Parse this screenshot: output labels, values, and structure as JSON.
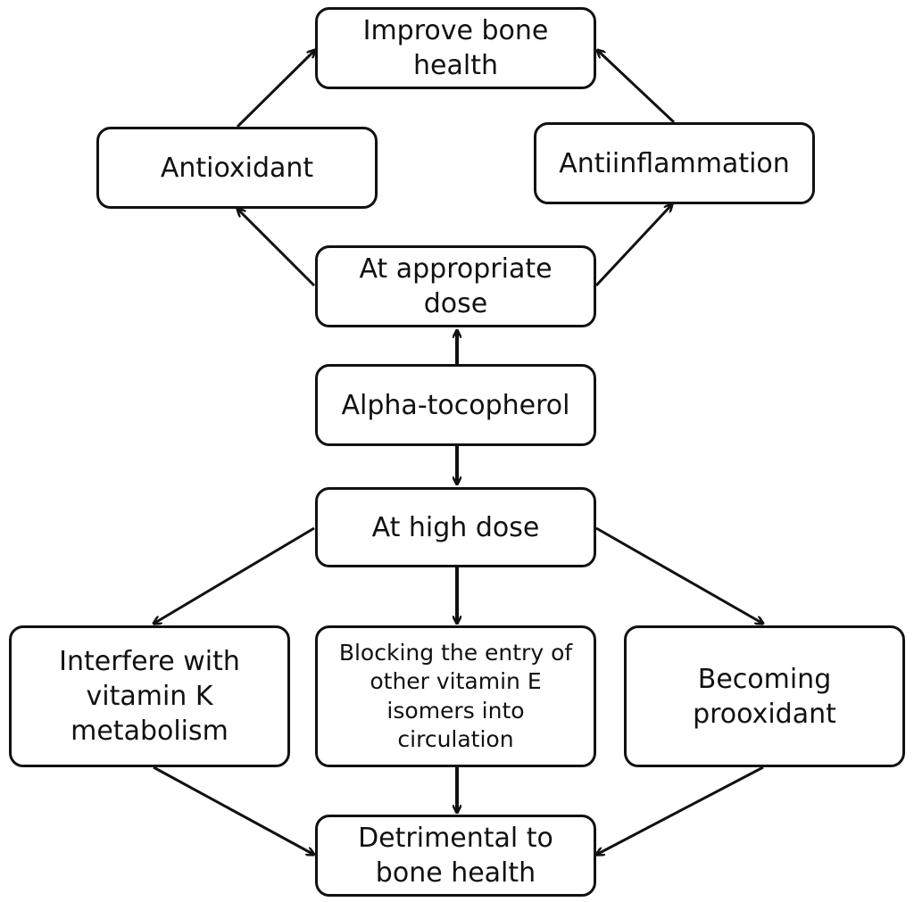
{
  "diagram": {
    "nodes": {
      "improve_bone_health": "Improve bone\nhealth",
      "antioxidant": "Antioxidant",
      "antiinflammation": "Antiinflammation",
      "appropriate_dose": "At appropriate\ndose",
      "alpha_tocopherol": "Alpha-tocopherol",
      "high_dose": "At high dose",
      "vitamin_k": "Interfere with\nvitamin K\nmetabolism",
      "blocking_entry": "Blocking the entry of\nother vitamin E\nisomers into\ncirculation",
      "prooxidant": "Becoming\nprooxidant",
      "detrimental": "Detrimental to\nbone health"
    },
    "edges": [
      {
        "from": "alpha_tocopherol",
        "to": "appropriate_dose"
      },
      {
        "from": "alpha_tocopherol",
        "to": "high_dose"
      },
      {
        "from": "appropriate_dose",
        "to": "antioxidant"
      },
      {
        "from": "appropriate_dose",
        "to": "antiinflammation"
      },
      {
        "from": "antioxidant",
        "to": "improve_bone_health"
      },
      {
        "from": "antiinflammation",
        "to": "improve_bone_health"
      },
      {
        "from": "high_dose",
        "to": "vitamin_k"
      },
      {
        "from": "high_dose",
        "to": "blocking_entry"
      },
      {
        "from": "high_dose",
        "to": "prooxidant"
      },
      {
        "from": "vitamin_k",
        "to": "detrimental"
      },
      {
        "from": "blocking_entry",
        "to": "detrimental"
      },
      {
        "from": "prooxidant",
        "to": "detrimental"
      }
    ]
  },
  "colors": {
    "stroke": "#111111",
    "background": "#ffffff"
  }
}
